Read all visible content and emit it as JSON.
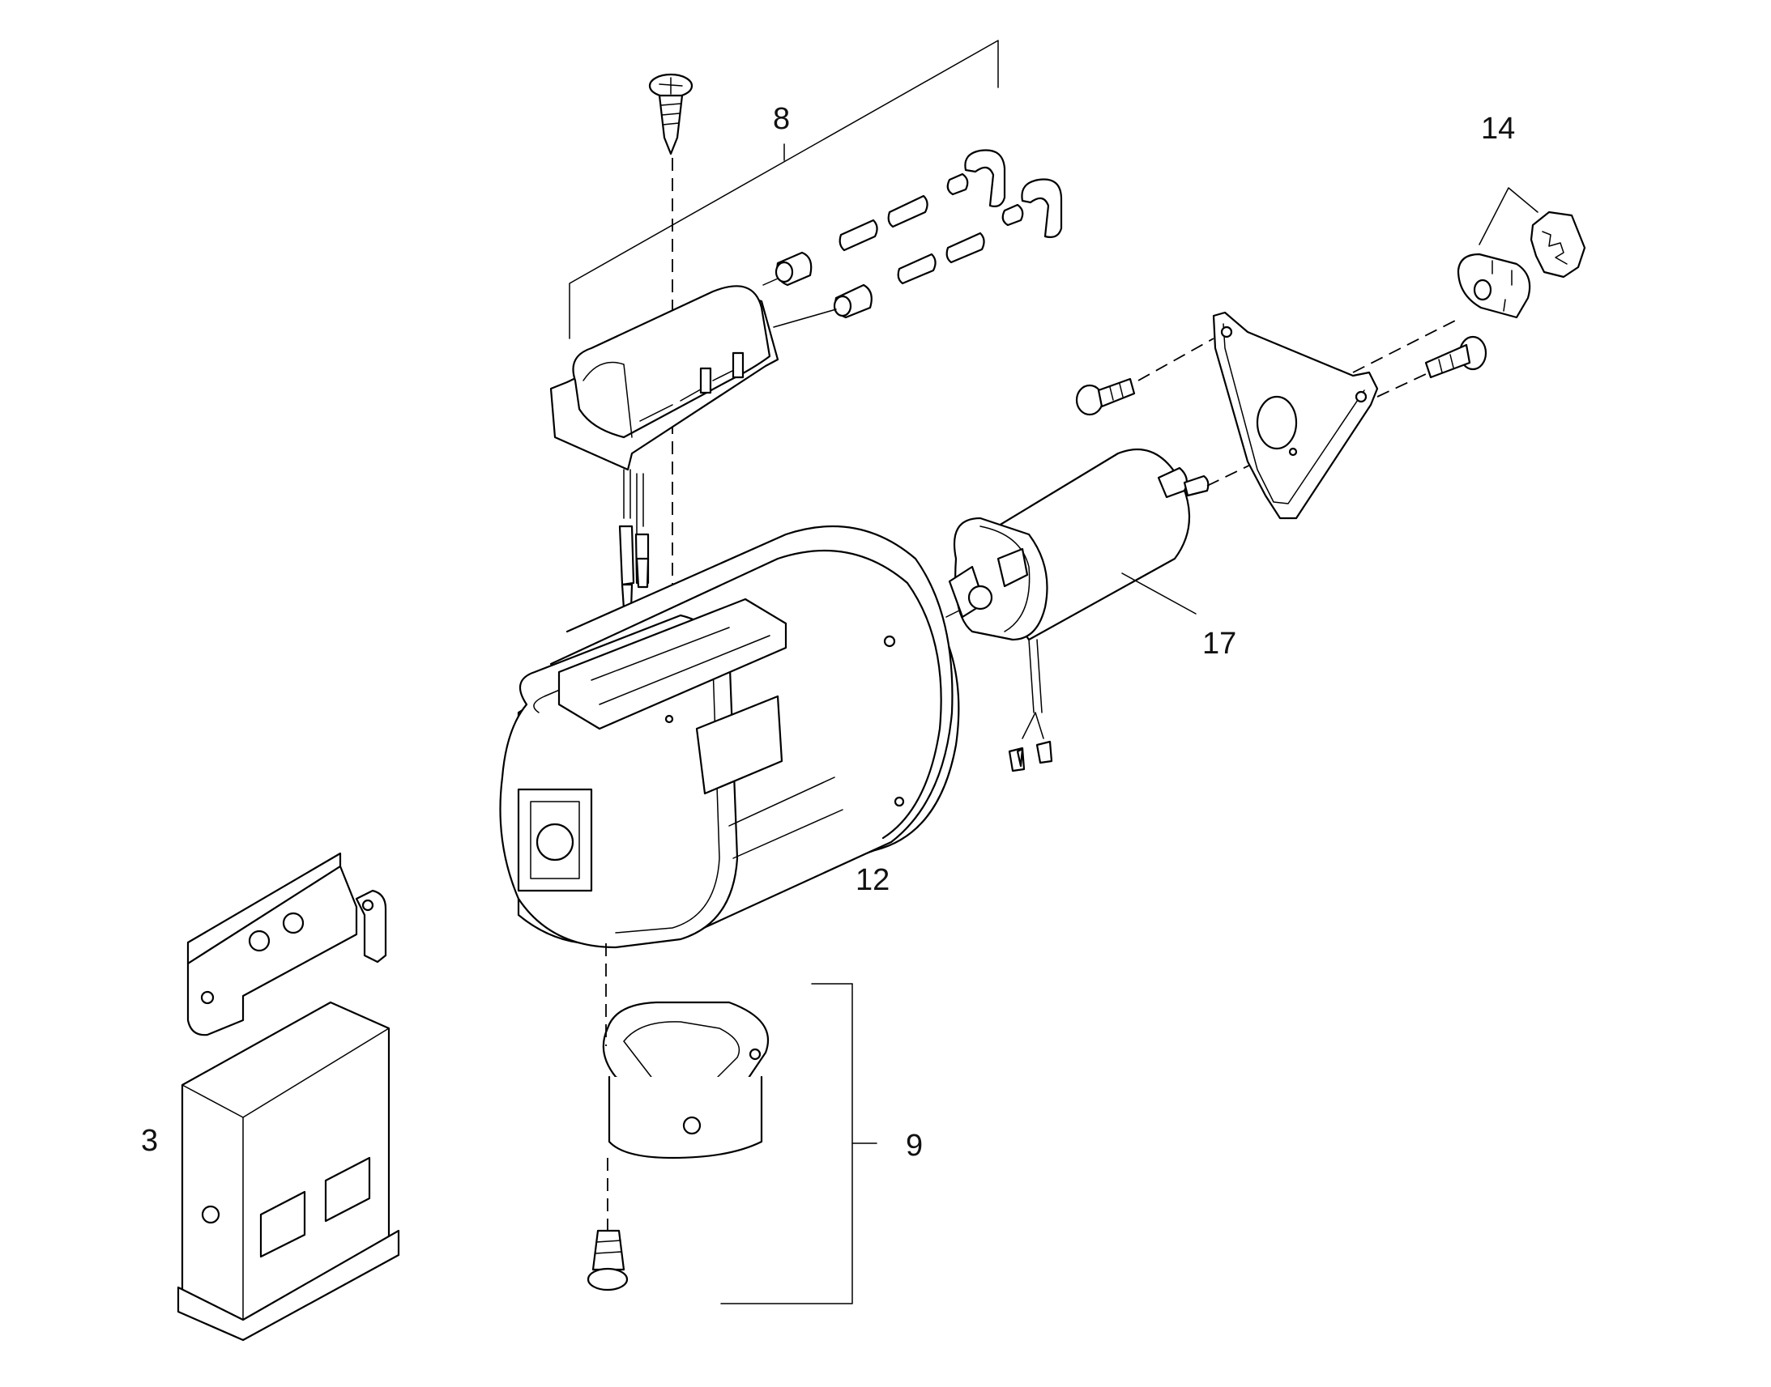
{
  "callouts": {
    "c3": "3",
    "c8": "8",
    "c9": "9",
    "c12": "12",
    "c14": "14",
    "c17": "17"
  },
  "colors": {
    "line": "#000000",
    "background": "#ffffff"
  }
}
